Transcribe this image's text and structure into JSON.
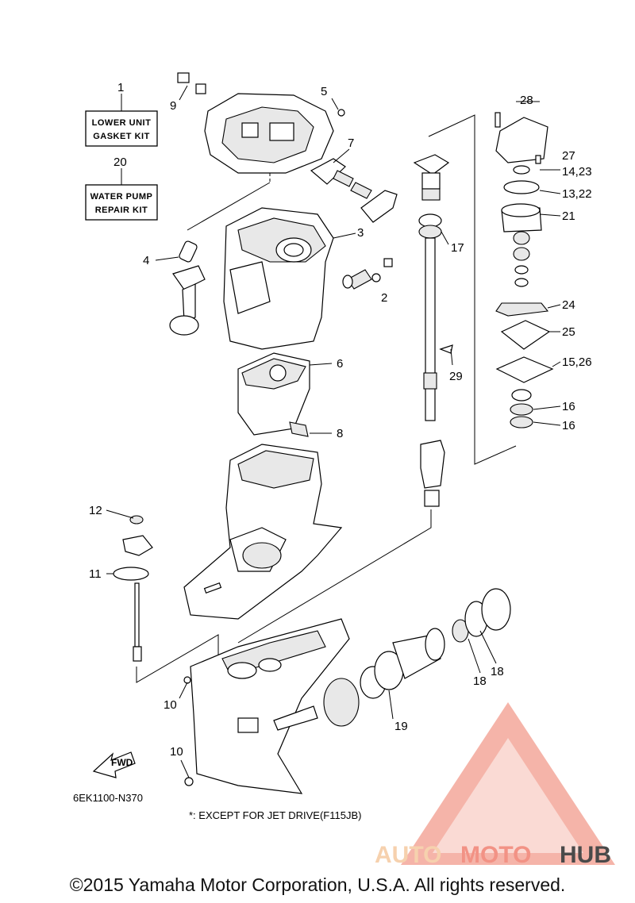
{
  "diagram": {
    "callouts": {
      "c1": "1",
      "c20": "20",
      "c9": "9",
      "c5": "5",
      "c7": "7",
      "c4": "4",
      "c3": "3",
      "c2": "2",
      "c6": "6",
      "c8": "8",
      "c12": "12",
      "c11": "11",
      "c10a": "10",
      "c10b": "10",
      "c19": "19",
      "c18a": "18",
      "c18b": "18",
      "c28": "28",
      "c27": "27",
      "c14_23": "14,23",
      "c13_22": "13,22",
      "c21": "21",
      "c17": "17",
      "c24": "24",
      "c25": "25",
      "c29": "29",
      "c15_26": "15,26",
      "c16a": "16",
      "c16b": "16"
    },
    "kits": {
      "lower_unit_line1": "LOWER UNIT",
      "lower_unit_line2": "GASKET KIT",
      "water_pump_line1": "WATER PUMP",
      "water_pump_line2": "REPAIR KIT"
    },
    "fwd_label": "FWD",
    "diagram_code": "6EK1100-N370",
    "footnote": "*: EXCEPT FOR JET DRIVE(F115JB)"
  },
  "watermark": {
    "part1": "AUTO",
    "part2": "MOTO",
    "part3": "HUB",
    "color_light": "#f5c9a0",
    "color_mid": "#f08070",
    "color_dark": "#2b2b2b"
  },
  "footer": {
    "copyright": "©2015 Yamaha Motor Corporation, U.S.A. All rights reserved."
  }
}
